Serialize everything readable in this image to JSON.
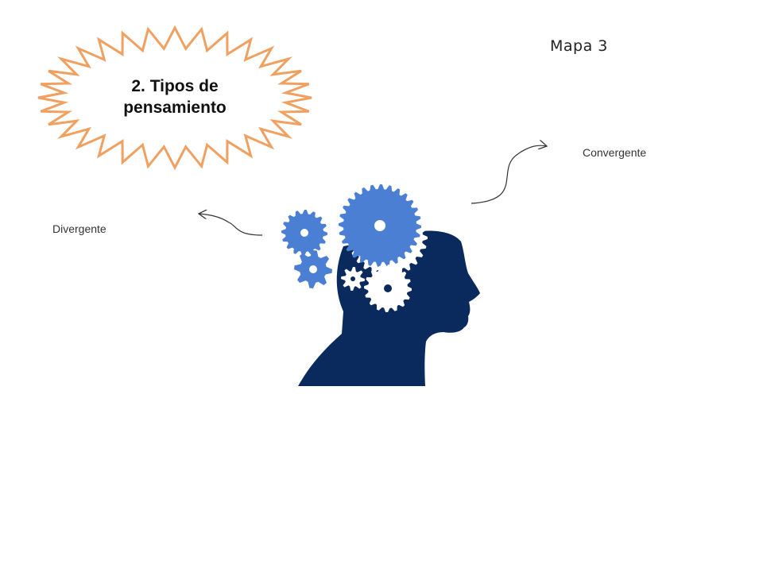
{
  "slide": {
    "title": "2. Tipos de pensamiento",
    "map_label": "Mapa 3"
  },
  "branches": {
    "convergente": "Convergente",
    "divergente": "Divergente"
  },
  "colors": {
    "burst_stroke": "#f0a060",
    "head": "#0a2a5e",
    "gear": "#4a7fd4",
    "gear_white": "#ffffff",
    "arrow": "#333333"
  },
  "icons": [
    "head-silhouette-icon",
    "gears-icon"
  ]
}
